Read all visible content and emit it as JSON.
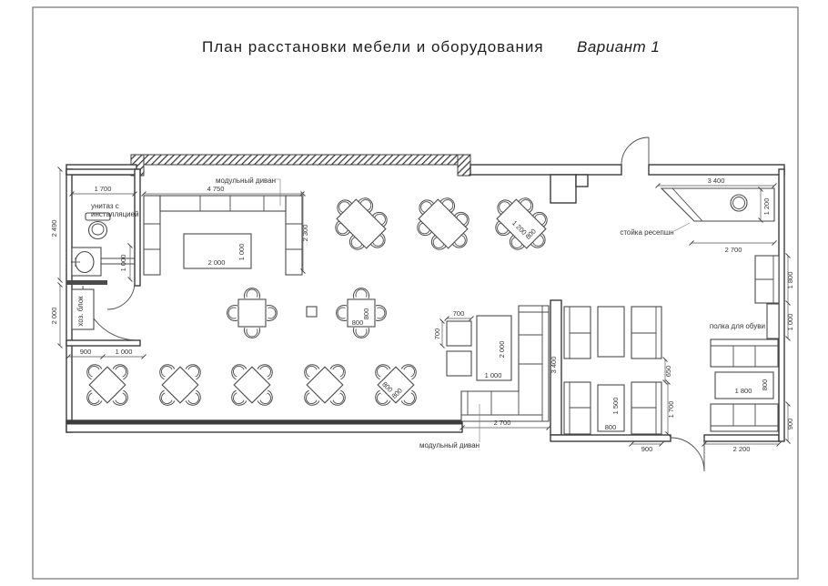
{
  "title": "План расстановки мебели и оборудования",
  "variant": "Вариант 1",
  "labels": {
    "sofa_top": "модульный диван",
    "sofa_bottom": "модульный диван",
    "wc_line1": "унитаз с",
    "wc_line2": "инсталляцией",
    "utility": "хоз. блок",
    "reception": "стойка ресепшн",
    "shoe_shelf": "полка для обуви"
  },
  "dims": {
    "wc_width": "1 700",
    "wc_height": "2 490",
    "sink_width": "1 000",
    "utility_height": "2 000",
    "left_seg_a": "900",
    "left_seg_b": "1 000",
    "sofa_top_width": "4 750",
    "sofa_top_depth": "2 300",
    "lounge_table_len": "2 000",
    "lounge_table_wid": "1 000",
    "table6_len": "1 200",
    "table6_wid": "800",
    "square_table_w": "800",
    "square_table_h": "800",
    "diamond_w": "800",
    "diamond_h": "800",
    "coffee_w": "700",
    "coffee_h": "700",
    "tall_table_len": "2 000",
    "tall_table_wid": "1 000",
    "sofa_bottom_width": "2 700",
    "partition_height": "3 400",
    "booth_gap": "650",
    "booth_height": "1 700",
    "booth_table_len": "1 500",
    "booth_table_wid": "800",
    "booth_bottom": "900",
    "reception_width": "3 400",
    "reception_depth": "1 200",
    "reception_clear": "2 700",
    "right_sofa_len": "1 800",
    "shoe_shelf_len": "1 000",
    "right_table_len": "1 800",
    "right_table_wid": "800",
    "right_bottom": "900",
    "bottom_right_width": "2 200"
  }
}
